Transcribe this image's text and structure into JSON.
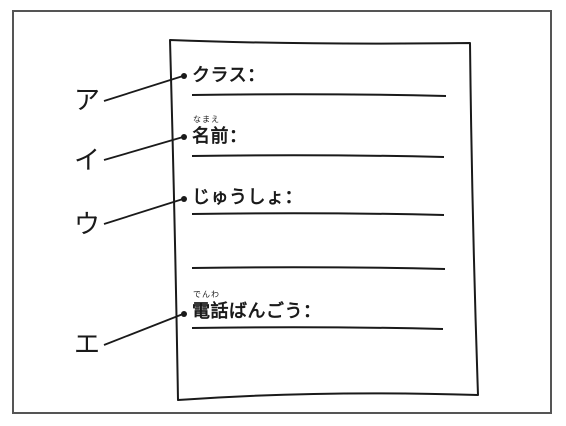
{
  "markers": [
    "ア",
    "イ",
    "ウ",
    "エ"
  ],
  "fields": [
    {
      "label": "クラス：",
      "ruby": ""
    },
    {
      "label": "名前：",
      "ruby": "なまえ"
    },
    {
      "label": "じゅうしょ：",
      "ruby": ""
    },
    {
      "label": "電話ばんごう：",
      "ruby": "でんわ"
    }
  ],
  "colors": {
    "ink": "#1a1a1a",
    "frame": "#555555",
    "background": "#ffffff"
  }
}
